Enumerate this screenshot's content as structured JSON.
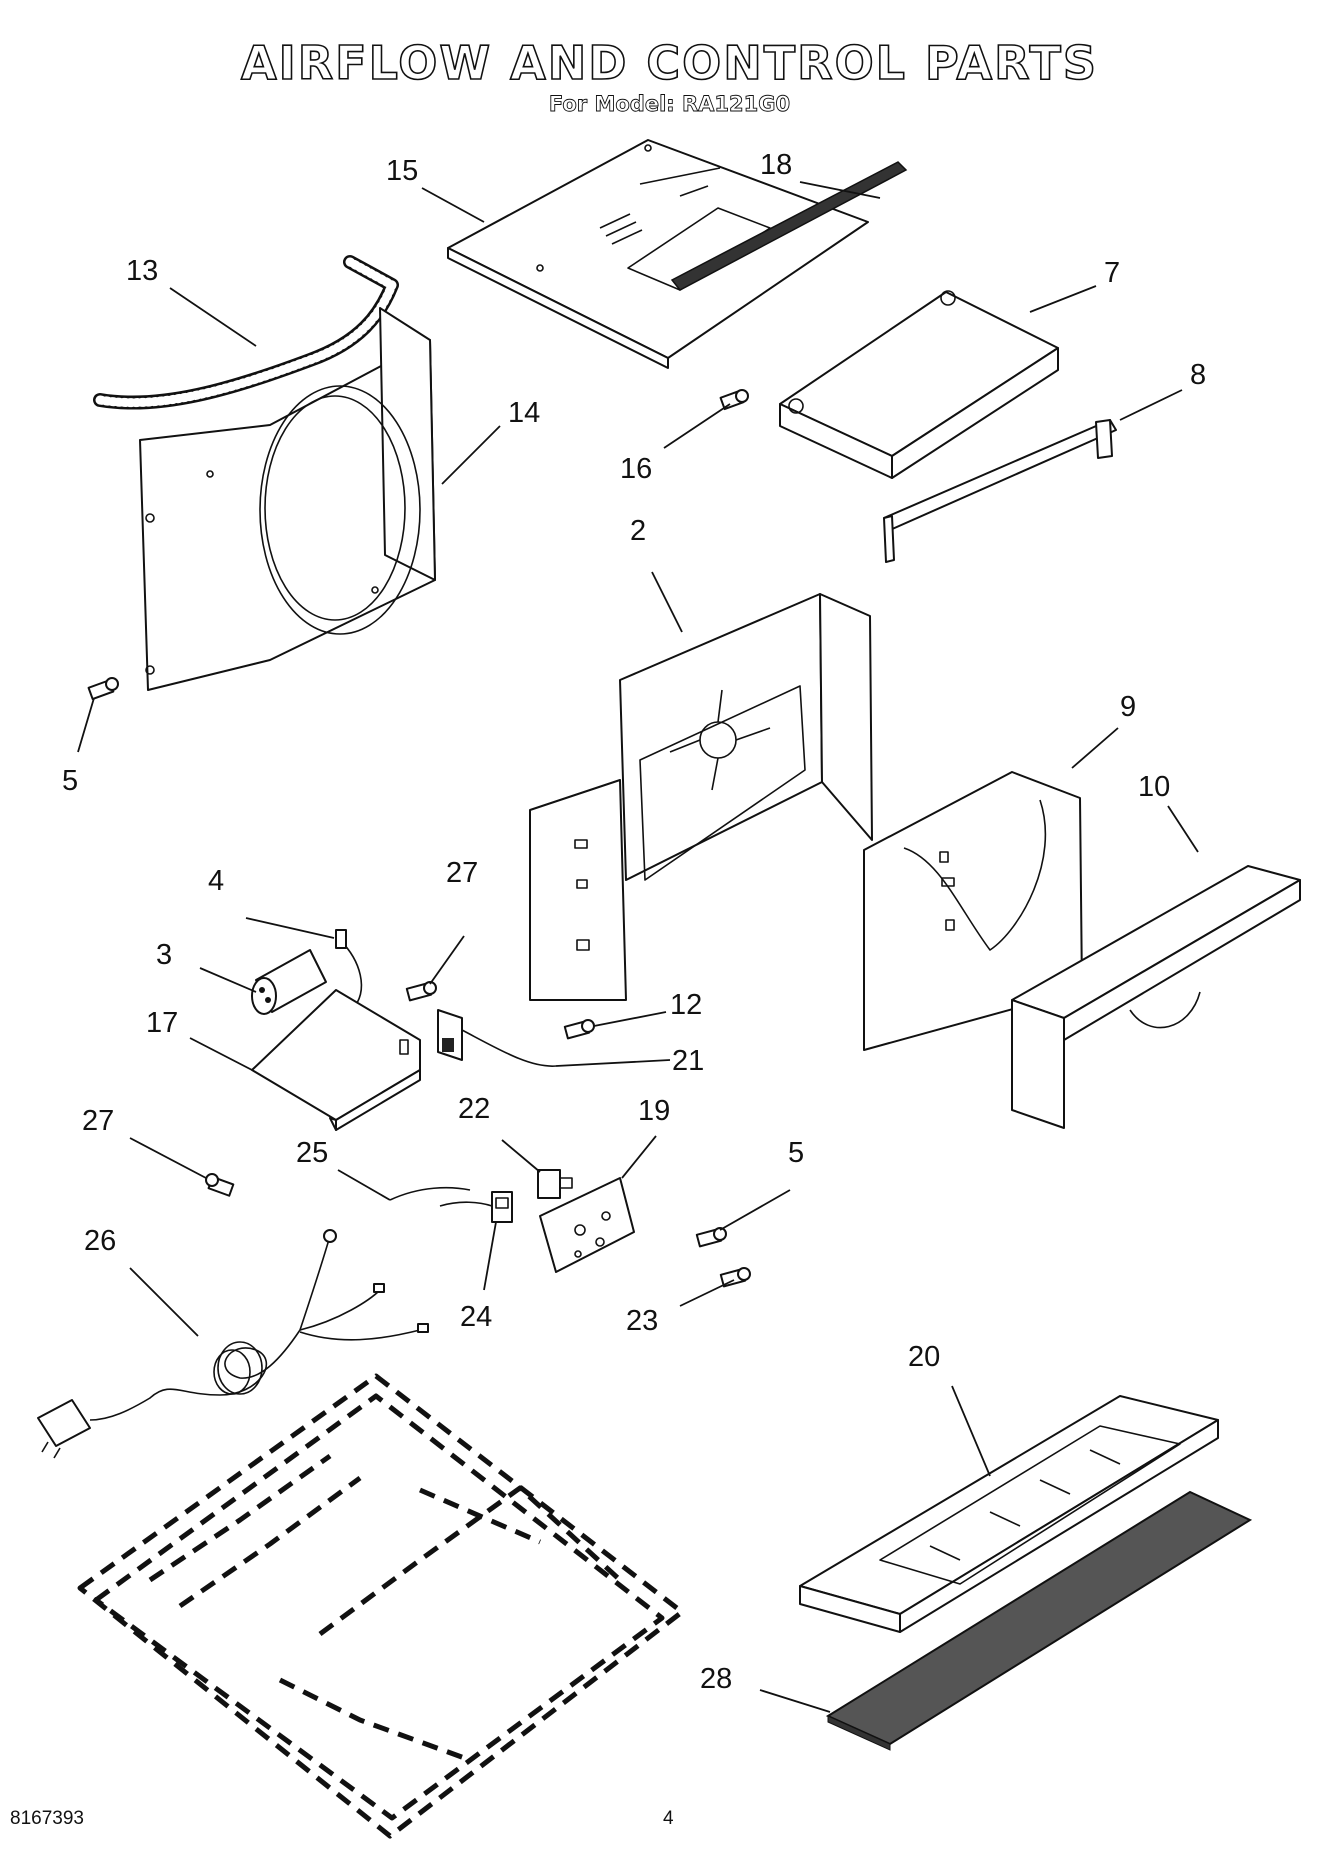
{
  "title": "AIRFLOW AND CONTROL PARTS",
  "subtitle": "For Model: RA121G0",
  "callouts": {
    "c15": "15",
    "c18": "18",
    "c13": "13",
    "c7": "7",
    "c14": "14",
    "c8": "8",
    "c16": "16",
    "c2": "2",
    "c5a": "5",
    "c9": "9",
    "c10": "10",
    "c4": "4",
    "c27a": "27",
    "c3": "3",
    "c17": "17",
    "c12": "12",
    "c21": "21",
    "c22": "22",
    "c19": "19",
    "c27b": "27",
    "c25": "25",
    "c5b": "5",
    "c26": "26",
    "c24": "24",
    "c23": "23",
    "c20": "20",
    "c28": "28"
  },
  "footer": {
    "doc_number": "8167393",
    "page_number": "4"
  }
}
